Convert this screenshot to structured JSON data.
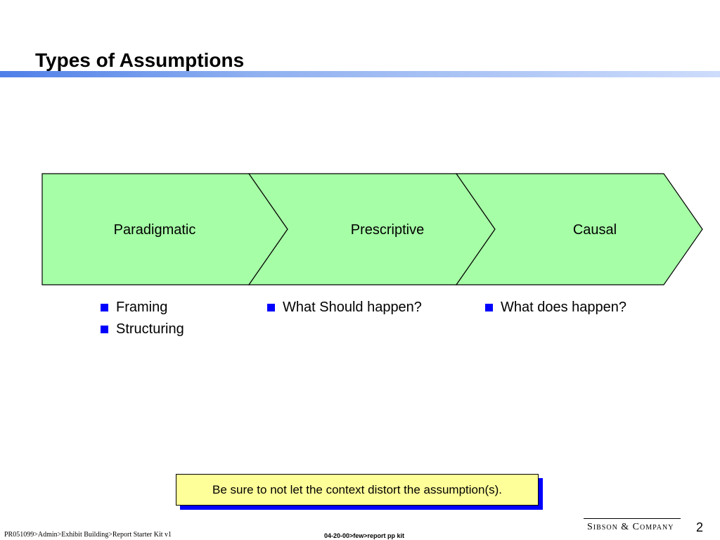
{
  "slide": {
    "title": "Types of Assumptions",
    "page_number": "2"
  },
  "chevrons": [
    {
      "label": "Paradigmatic"
    },
    {
      "label": "Prescriptive"
    },
    {
      "label": "Causal"
    }
  ],
  "bullets": [
    {
      "items": [
        "Framing",
        "Structuring"
      ]
    },
    {
      "items": [
        "What Should happen?"
      ]
    },
    {
      "items": [
        "What does happen?"
      ]
    }
  ],
  "note": {
    "text": "Be sure to not let the context distort the assumption(s)."
  },
  "footer": {
    "left": "PR051099>Admin>Exhibit Building>Report Starter Kit v1",
    "center": "04-20-00>few>report pp kit",
    "logo": "Sibson & Company"
  },
  "colors": {
    "chevron_fill": "#a6ffa6",
    "bullet": "#0000ff",
    "note_fill": "#ffff99",
    "note_shadow": "#0000ff"
  }
}
